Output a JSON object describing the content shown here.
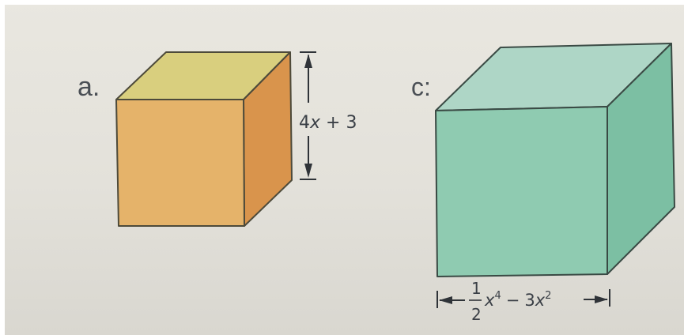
{
  "figures": [
    {
      "label": "a.",
      "dimension": {
        "text": "4x + 3",
        "var": "x",
        "rest": " + 3",
        "coef": "4"
      },
      "colors": {
        "front": "#e5b36a",
        "top": "#d9cf7e",
        "side": "#d9944c",
        "edge": "#4d4a3a"
      }
    },
    {
      "label": "c:",
      "dimension": {
        "frac_num": "1",
        "frac_den": "2",
        "var1": "x",
        "exp1": "4",
        "minus": "−",
        "coef2": "3",
        "var2": "x",
        "exp2": "2"
      },
      "colors": {
        "front": "#8fcbb1",
        "top": "#aed6c6",
        "side": "#7cbfa3",
        "edge": "#3a4a44"
      }
    }
  ]
}
